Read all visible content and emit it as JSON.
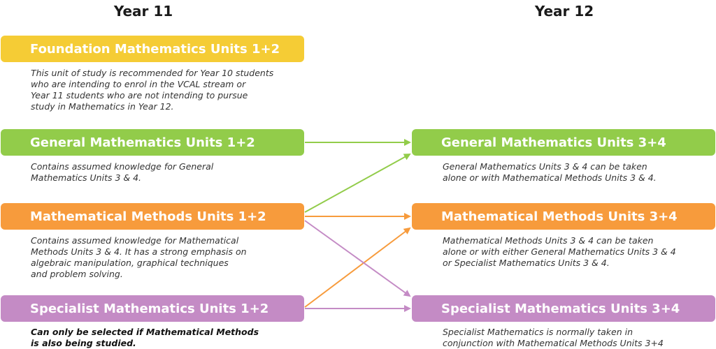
{
  "headers": {
    "year11": "Year 11",
    "year12": "Year 12"
  },
  "colors": {
    "yellow": "#F5CC35",
    "green": "#92CC4A",
    "orange": "#F79B3C",
    "purple": "#C48BC5"
  },
  "year11": {
    "foundation": {
      "title": "Foundation Mathematics Units 1+2",
      "desc": "This unit of study is recommended for Year 10 students\nwho are intending to enrol in the VCAL stream or\nYear 11 students who are not intending to pursue\nstudy in Mathematics in Year 12."
    },
    "general": {
      "title": "General Mathematics Units 1+2",
      "desc": "Contains assumed knowledge for General\nMathematics Units 3 & 4."
    },
    "methods": {
      "title": "Mathematical Methods Units 1+2",
      "desc": "Contains assumed knowledge for Mathematical\nMethods Units 3 & 4.  It has a strong emphasis on\nalgebraic manipulation, graphical techniques\nand problem solving."
    },
    "specialist": {
      "title": "Specialist Mathematics Units 1+2",
      "desc": "Can only be selected if Mathematical Methods\nis also being studied."
    }
  },
  "year12": {
    "general": {
      "title": "General Mathematics Units 3+4",
      "desc": "General Mathematics Units 3 & 4 can be taken\nalone or with Mathematical Methods Units 3 & 4."
    },
    "methods": {
      "title": "Mathematical Methods Units 3+4",
      "desc": "Mathematical Methods Units 3 & 4 can be taken\nalone or with either General Mathematics Units 3 & 4\nor Specialist Mathematics Units 3 & 4."
    },
    "specialist": {
      "title": "Specialist Mathematics Units 3+4",
      "desc": "Specialist Mathematics is normally taken in\nconjunction with Mathematical Methods Units 3+4"
    }
  }
}
